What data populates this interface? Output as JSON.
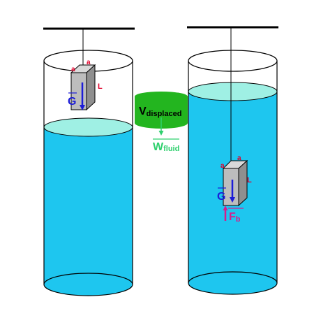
{
  "labels": {
    "edge_a": "a",
    "edge_L": "L",
    "weight": "G",
    "buoyancy_base": "F",
    "buoyancy_sub": "b",
    "displaced_base": "V",
    "displaced_sub": "displaced",
    "fluid_weight_base": "W",
    "fluid_weight_sub": "fluid"
  },
  "colors": {
    "water": "#1ec6ef",
    "water_surface": "#9ff0e4",
    "displaced_blob": "#23b51f",
    "block_front": "#bdbdbd",
    "block_side": "#8f8f8f",
    "block_top": "#d9d9d9",
    "label_red": "#e0002a",
    "arrow_blue": "#1c1cd8",
    "buoyancy_magenta": "#d81c8c",
    "fluid_weight_green": "#2fd06e",
    "line": "#000000"
  }
}
